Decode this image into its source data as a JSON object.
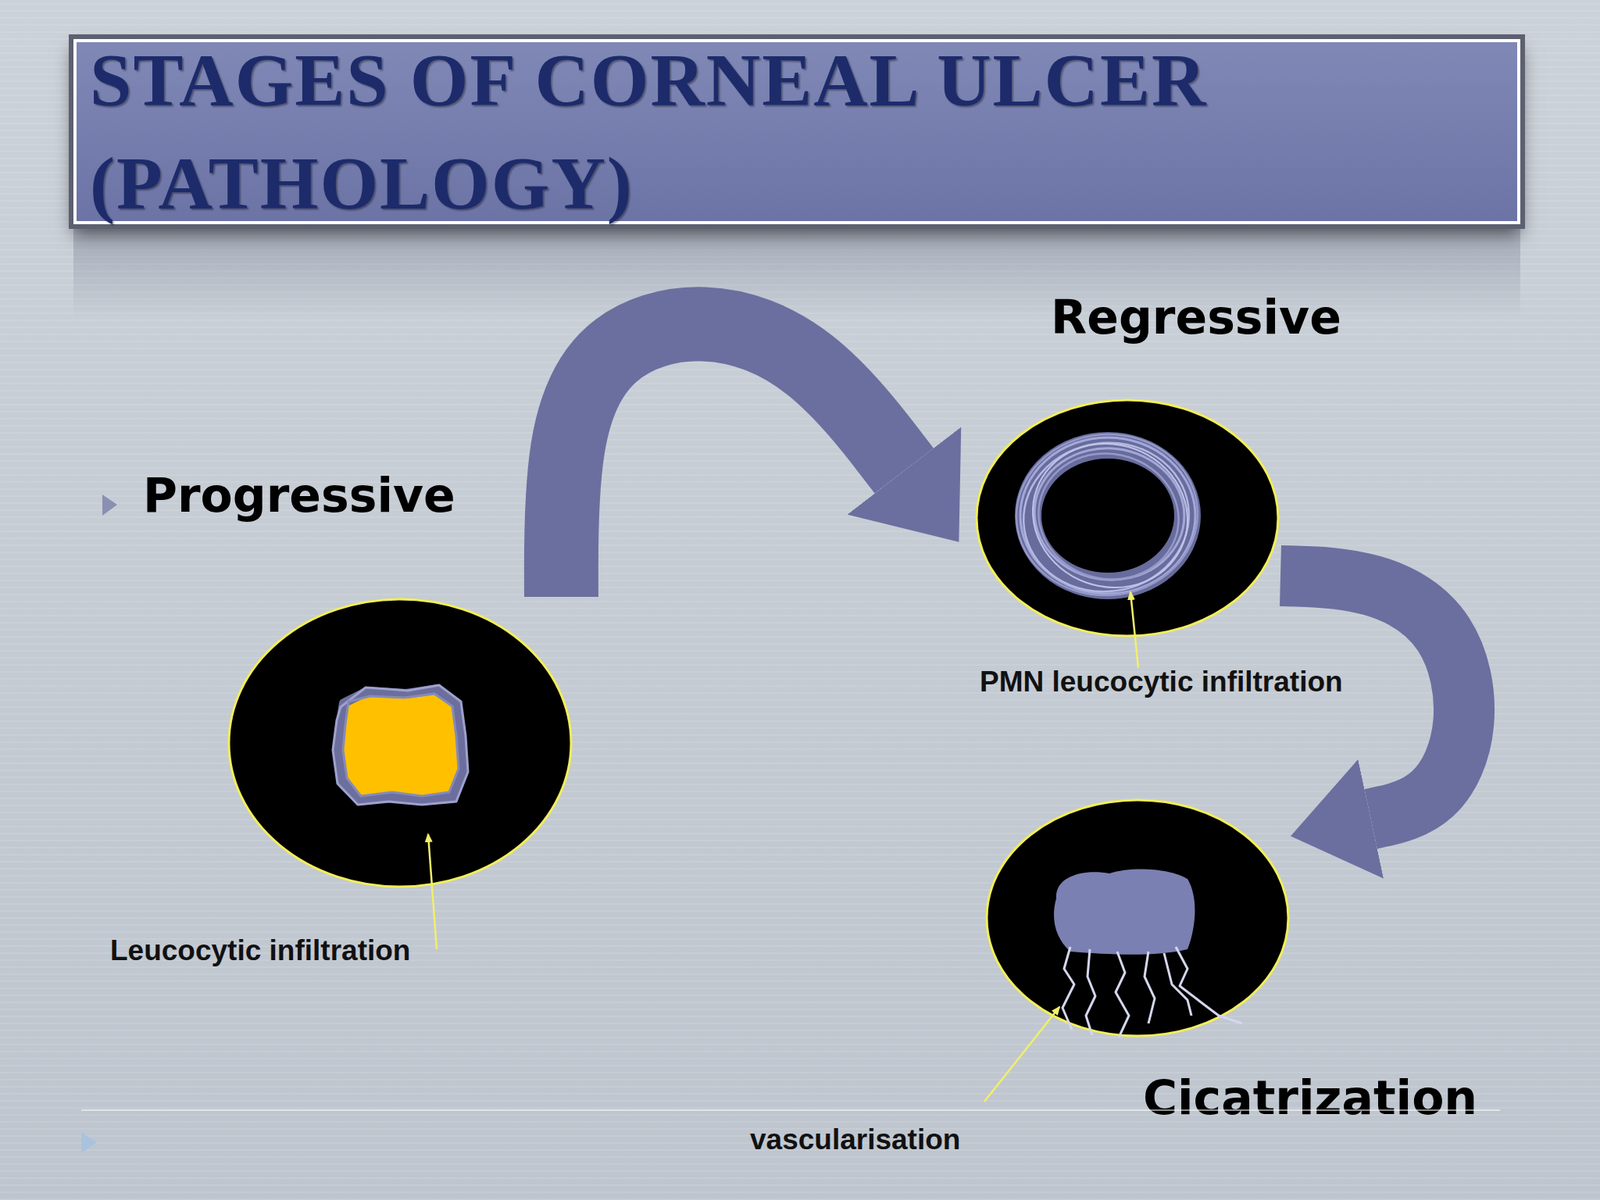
{
  "diagram": {
    "title": "STAGES OF CORNEAL ULCER (PATHOLOGY)",
    "nodes": [
      {
        "text": [
          "Progressive",
          "Leucocytic infiltration"
        ]
      },
      {
        "text": [
          "Regressive",
          "PMN leucocytic infiltration"
        ]
      },
      {
        "text": [
          "Cicatrization",
          "vascularisation"
        ]
      }
    ],
    "edges": [
      {
        "from": 0,
        "to": 1,
        "arrow": "to"
      },
      {
        "from": 1,
        "to": 2,
        "arrow": "to"
      }
    ]
  }
}
